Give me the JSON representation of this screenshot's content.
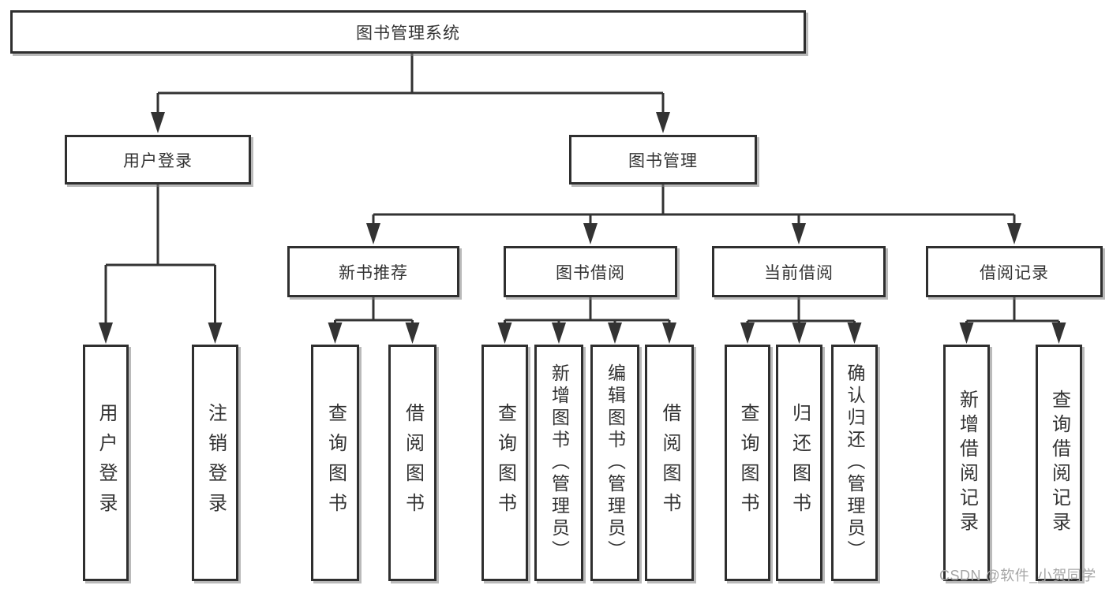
{
  "tree": {
    "root": "图书管理系统",
    "branches": [
      {
        "label": "用户登录",
        "leaves": [
          "用户登录",
          "注销登录"
        ]
      },
      {
        "label": "图书管理",
        "sections": [
          {
            "label": "新书推荐",
            "leaves": [
              "查询图书",
              "借阅图书"
            ]
          },
          {
            "label": "图书借阅",
            "leaves": [
              "查询图书",
              "新增图书（管理员）",
              "编辑图书（管理员）",
              "借阅图书"
            ]
          },
          {
            "label": "当前借阅",
            "leaves": [
              "查询图书",
              "归还图书",
              "确认归还（管理员）"
            ]
          },
          {
            "label": "借阅记录",
            "leaves": [
              "新增借阅记录",
              "查询借阅记录"
            ]
          }
        ]
      }
    ]
  },
  "watermark": "CSDN @软件_小贺同学",
  "colors": {
    "line": "#333333",
    "border": "#2f2f2f",
    "text": "#333333",
    "watermark": "#a6a6a6",
    "background": "#ffffff"
  }
}
